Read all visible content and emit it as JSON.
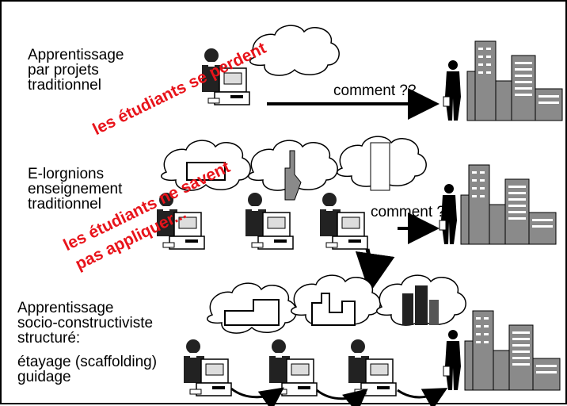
{
  "rows": [
    {
      "label": "Apprentissage\npar projets\ntraditionnel",
      "arrow_text": "comment ??"
    },
    {
      "label": "E-lorgnions\nenseignement\ntraditionnel",
      "arrow_text": "comment ?"
    },
    {
      "label": "Apprentissage\nsocio-constructiviste\nstructuré:",
      "label2": "étayage (scaffolding)\nguidage"
    }
  ],
  "overlays": {
    "lost": "les étudiants se perdent",
    "apply_line1": "les étudiants ne savent",
    "apply_line2": "pas appliquer..."
  },
  "colors": {
    "red_text": "#e8141b",
    "building_gray": "#8a8a8a",
    "outline": "#000000"
  }
}
